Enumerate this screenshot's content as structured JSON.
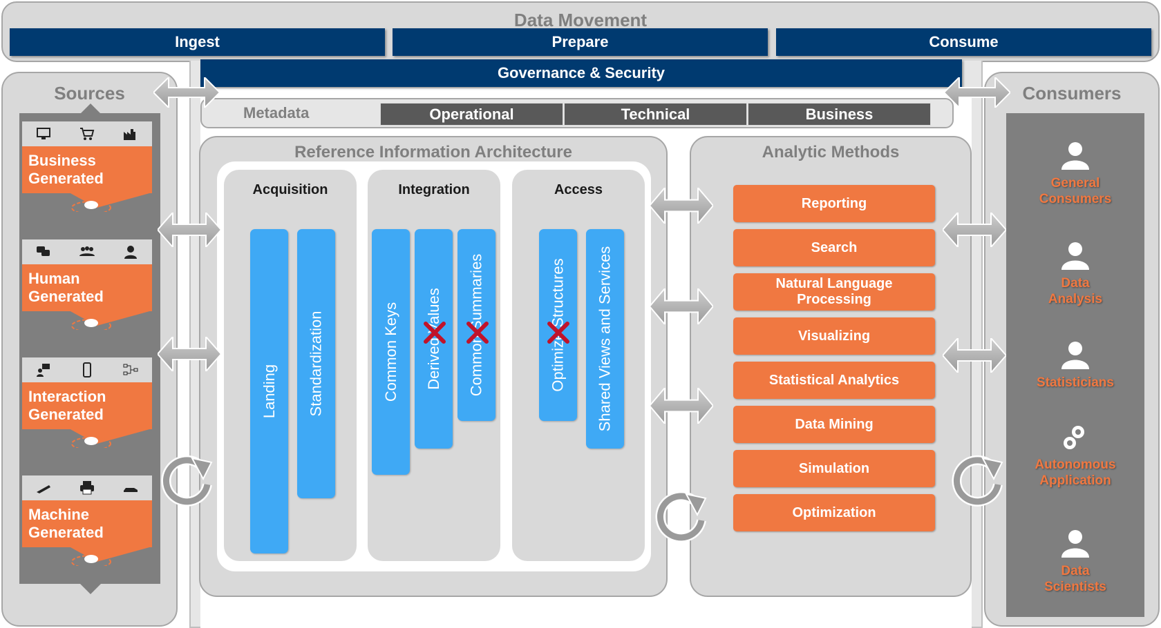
{
  "data_movement": {
    "title": "Data Movement",
    "stages": [
      "Ingest",
      "Prepare",
      "Consume"
    ]
  },
  "governance": {
    "label": "Governance & Security"
  },
  "metadata": {
    "label": "Metadata",
    "tabs": [
      "Operational",
      "Technical",
      "Business"
    ]
  },
  "sources": {
    "title": "Sources",
    "items": [
      {
        "line1": "Business",
        "line2": "Generated",
        "icons": [
          "monitor-icon",
          "shopping-cart-icon",
          "factory-icon"
        ]
      },
      {
        "line1": "Human",
        "line2": "Generated",
        "icons": [
          "chat-bubbles-icon",
          "group-icon",
          "person-icon"
        ]
      },
      {
        "line1": "Interaction",
        "line2": "Generated",
        "icons": [
          "user-board-icon",
          "mobile-phone-icon",
          "network-icon"
        ]
      },
      {
        "line1": "Machine",
        "line2": "Generated",
        "icons": [
          "scanner-icon",
          "printer-icon",
          "car-icon"
        ]
      }
    ]
  },
  "ria": {
    "title": "Reference Information Architecture",
    "columns": [
      {
        "title": "Acquisition",
        "bars": [
          "Landing",
          "Standardization"
        ]
      },
      {
        "title": "Integration",
        "bars": [
          "Common Keys",
          "Derived Values",
          "Common Summaries"
        ]
      },
      {
        "title": "Access",
        "bars": [
          "Optimize Structures",
          "Shared Views and Services"
        ]
      }
    ]
  },
  "analytic": {
    "title": "Analytic Methods",
    "methods": [
      [
        "Reporting"
      ],
      [
        "Search"
      ],
      [
        "Natural Language",
        "Processing"
      ],
      [
        "Visualizing"
      ],
      [
        "Statistical Analytics"
      ],
      [
        "Data Mining"
      ],
      [
        "Simulation"
      ],
      [
        "Optimization"
      ]
    ]
  },
  "consumers": {
    "title": "Consumers",
    "items": [
      {
        "line1": "General",
        "line2": "Consumers",
        "icon": "person-icon"
      },
      {
        "line1": "Data",
        "line2": "Analysis",
        "icon": "person-icon"
      },
      {
        "line1": "Statisticians",
        "line2": "",
        "icon": "person-icon"
      },
      {
        "line1": "Autonomous",
        "line2": "Application",
        "icon": "gears-icon"
      },
      {
        "line1": "Data",
        "line2": "Scientists",
        "icon": "person-icon"
      }
    ]
  },
  "colors": {
    "navy": "#003a70",
    "orange": "#f07841",
    "blue": "#3fa9f5",
    "gray": "#d9d9d9",
    "dark_gray": "#595959",
    "red_x": "#c0132a"
  }
}
